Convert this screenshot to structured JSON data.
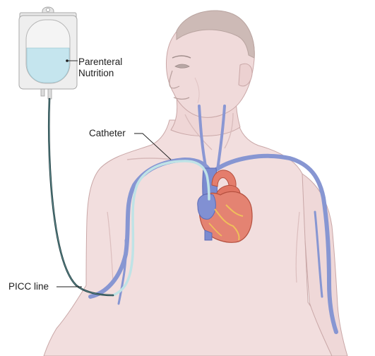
{
  "labels": {
    "bag_line1": "Parenteral",
    "bag_line2": "Nutrition",
    "catheter": "Catheter",
    "picc": "PICC line"
  },
  "colors": {
    "background": "#ffffff",
    "skin": "#f2dede",
    "skin_shadow": "#e3c6c6",
    "body_outline": "#caa9a9",
    "hair": "#c9b6b2",
    "vein": "#7d8dd0",
    "vein_dark": "#5c6cb8",
    "heart": "#e37a6a",
    "heart_vessel": "#f0c05a",
    "catheter": "#bfe3e6",
    "tube": "#1f3a3d",
    "fluid": "#c7e6ee",
    "bag": "#eaeaea",
    "label_text": "#1e1e1e"
  }
}
